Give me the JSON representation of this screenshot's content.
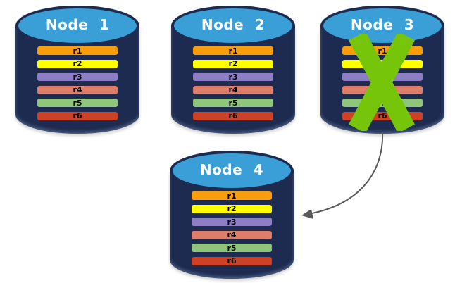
{
  "colors": {
    "canvas_bg": "#FFFFFF",
    "cylinder_body": "#1C2B4F",
    "cylinder_top": "#399FD6",
    "node_title_text": "#FFFFFF",
    "row_label_text": "#000000",
    "failure_x": "#77C50A",
    "arrow": "#595959"
  },
  "nodes": [
    {
      "id": "node-1",
      "label": "Node 1",
      "failed": false,
      "rows": [
        {
          "label": "r1",
          "color": "#F99D0A"
        },
        {
          "label": "r2",
          "color": "#FFFF00"
        },
        {
          "label": "r3",
          "color": "#8D7EC6"
        },
        {
          "label": "r4",
          "color": "#DD7E6B"
        },
        {
          "label": "r5",
          "color": "#90C57D"
        },
        {
          "label": "r6",
          "color": "#CD4227"
        }
      ]
    },
    {
      "id": "node-2",
      "label": "Node 2",
      "failed": false,
      "rows": [
        {
          "label": "r1",
          "color": "#F99D0A"
        },
        {
          "label": "r2",
          "color": "#FFFF00"
        },
        {
          "label": "r3",
          "color": "#8D7EC6"
        },
        {
          "label": "r4",
          "color": "#DD7E6B"
        },
        {
          "label": "r5",
          "color": "#90C57D"
        },
        {
          "label": "r6",
          "color": "#CD4227"
        }
      ]
    },
    {
      "id": "node-3",
      "label": "Node 3",
      "failed": true,
      "rows": [
        {
          "label": "r1",
          "color": "#F99D0A"
        },
        {
          "label": "r2",
          "color": "#FFFF00"
        },
        {
          "label": "r3",
          "color": "#8D7EC6"
        },
        {
          "label": "r4",
          "color": "#DD7E6B"
        },
        {
          "label": "r5",
          "color": "#90C57D"
        },
        {
          "label": "r6",
          "color": "#CD4227"
        }
      ]
    },
    {
      "id": "node-4",
      "label": "Node 4",
      "failed": false,
      "rows": [
        {
          "label": "r1",
          "color": "#F99D0A"
        },
        {
          "label": "r2",
          "color": "#FFFF00"
        },
        {
          "label": "r3",
          "color": "#8D7EC6"
        },
        {
          "label": "r4",
          "color": "#DD7E6B"
        },
        {
          "label": "r5",
          "color": "#90C57D"
        },
        {
          "label": "r6",
          "color": "#CD4227"
        }
      ]
    }
  ],
  "arrow": {
    "from": "node-3",
    "to": "node-4"
  }
}
